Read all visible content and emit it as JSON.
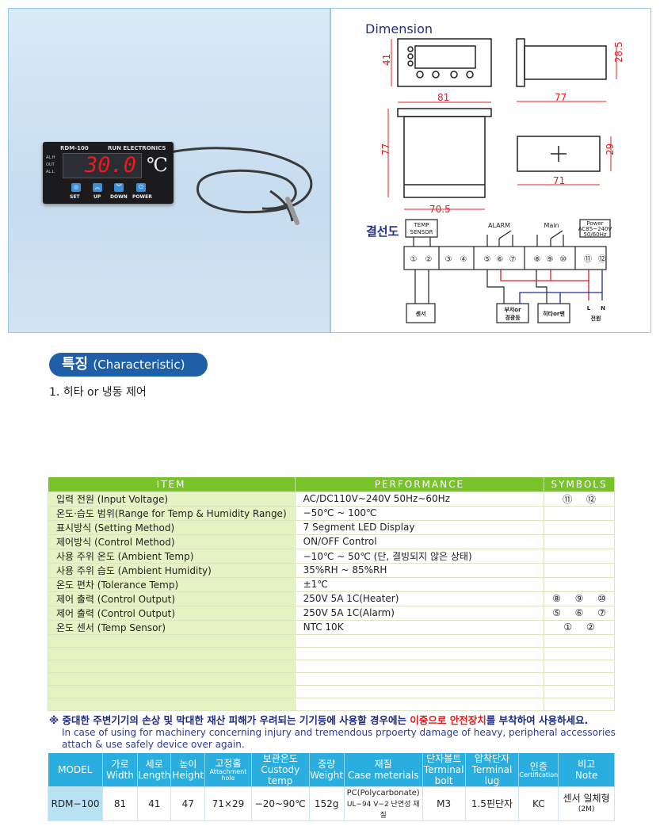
{
  "product": {
    "model": "RDM-100",
    "brand": "RUN ELECTRONICS",
    "display": "30.0",
    "unit": "℃",
    "indicators": [
      "AL.H",
      "OUT",
      "AL.L"
    ],
    "buttons": [
      "SET",
      "UP",
      "DOWN",
      "POWER"
    ]
  },
  "dimension": {
    "title": "Dimension",
    "front_height": "41",
    "front_width": "81",
    "side_depth": "77",
    "side_height": "28.5",
    "top_depth": "77",
    "top_width": "70.5",
    "cutout_width": "71",
    "cutout_height": "29"
  },
  "wiring": {
    "title": "결선도",
    "temp_sensor": [
      "TEMP",
      "SENSOR"
    ],
    "alarm": "ALARM",
    "main": "Main",
    "power": [
      "Power",
      "AC85~240V",
      "50/60Hz"
    ],
    "terminals": [
      "①",
      "②",
      "③",
      "④",
      "⑤",
      "⑥",
      "⑦",
      "⑧",
      "⑨",
      "⑩",
      "⑪",
      "⑫"
    ],
    "sensor_box": "센서",
    "buzzer_box": [
      "부저or",
      "경광등"
    ],
    "heater_box": "히타or팬",
    "L": "L",
    "N": "N",
    "power_label": "전원"
  },
  "characteristic": {
    "title_ko": "특징",
    "title_en": "(Characteristic)",
    "items": [
      "1. 히타 or 냉동 제어"
    ]
  },
  "spec_table": {
    "headers": [
      "ITEM",
      "PERFORMANCE",
      "SYMBOLS"
    ],
    "rows": [
      {
        "item": "입력 전원 (Input Voltage)",
        "perf": "AC/DC110V~240V  50Hz~60Hz",
        "sym": "⑪ ⑫"
      },
      {
        "item": "온도·습도 범위(Range for Temp & Humidity Range)",
        "perf": "−50℃ ~ 100℃",
        "sym": ""
      },
      {
        "item": "표시방식 (Setting Method)",
        "perf": "7 Segment LED Display",
        "sym": ""
      },
      {
        "item": "제어방식 (Control Method)",
        "perf": "ON/OFF Control",
        "sym": ""
      },
      {
        "item": "사용 주위 온도 (Ambient Temp)",
        "perf": "−10℃ ~ 50℃ (단, 결빙되지 않은 상태)",
        "sym": ""
      },
      {
        "item": "사용 주위 습도 (Ambient Humidity)",
        "perf": "35%RH ~ 85%RH",
        "sym": ""
      },
      {
        "item": "온도 편차 (Tolerance Temp)",
        "perf": "±1℃",
        "sym": ""
      },
      {
        "item": "제어 출력 (Control Output)",
        "perf": "250V 5A 1C(Heater)",
        "sym": "⑧ ⑨ ⑩"
      },
      {
        "item": "제어 출력 (Control Output)",
        "perf": "250V 5A 1C(Alarm)",
        "sym": "⑤ ⑥ ⑦"
      },
      {
        "item": "온도 센서 (Temp Sensor)",
        "perf": "NTC 10K",
        "sym": "① ②"
      }
    ]
  },
  "warning": {
    "ko_a": "※ 중대한 주변기기의 손상 및 막대한 재산 피해가 우려되는 기기등에 사용할 경우에는 ",
    "ko_red": "이중으로 안전장치",
    "ko_b": "를 부착하여 사용하세요.",
    "en": "In case of using for machinery concerning injury and tremendous prpoerty damage of heavy, peripheral accessories attach & use safely device over again."
  },
  "model_table": {
    "headers": [
      [
        "MODEL",
        ""
      ],
      [
        "가로",
        "Width"
      ],
      [
        "세로",
        "Length"
      ],
      [
        "높이",
        "Height"
      ],
      [
        "고정홀",
        "Attachment hole"
      ],
      [
        "보관온도",
        "Custody temp"
      ],
      [
        "중량",
        "Weight"
      ],
      [
        "재질",
        "Case meterials"
      ],
      [
        "단자볼트",
        "Terminal bolt"
      ],
      [
        "압착단자",
        "Terminal lug"
      ],
      [
        "인증",
        "Certification"
      ],
      [
        "비고",
        "Note"
      ]
    ],
    "row": [
      "RDM−100",
      "81",
      "41",
      "47",
      "71×29",
      "−20~90℃",
      "152g",
      "PC(Polycarbonate)",
      "M3",
      "1.5핀단자",
      "KC",
      "센서 일체형"
    ],
    "row_sub": {
      "material": "UL−94 V−2 난연성 재질",
      "note": "(2M)"
    }
  }
}
